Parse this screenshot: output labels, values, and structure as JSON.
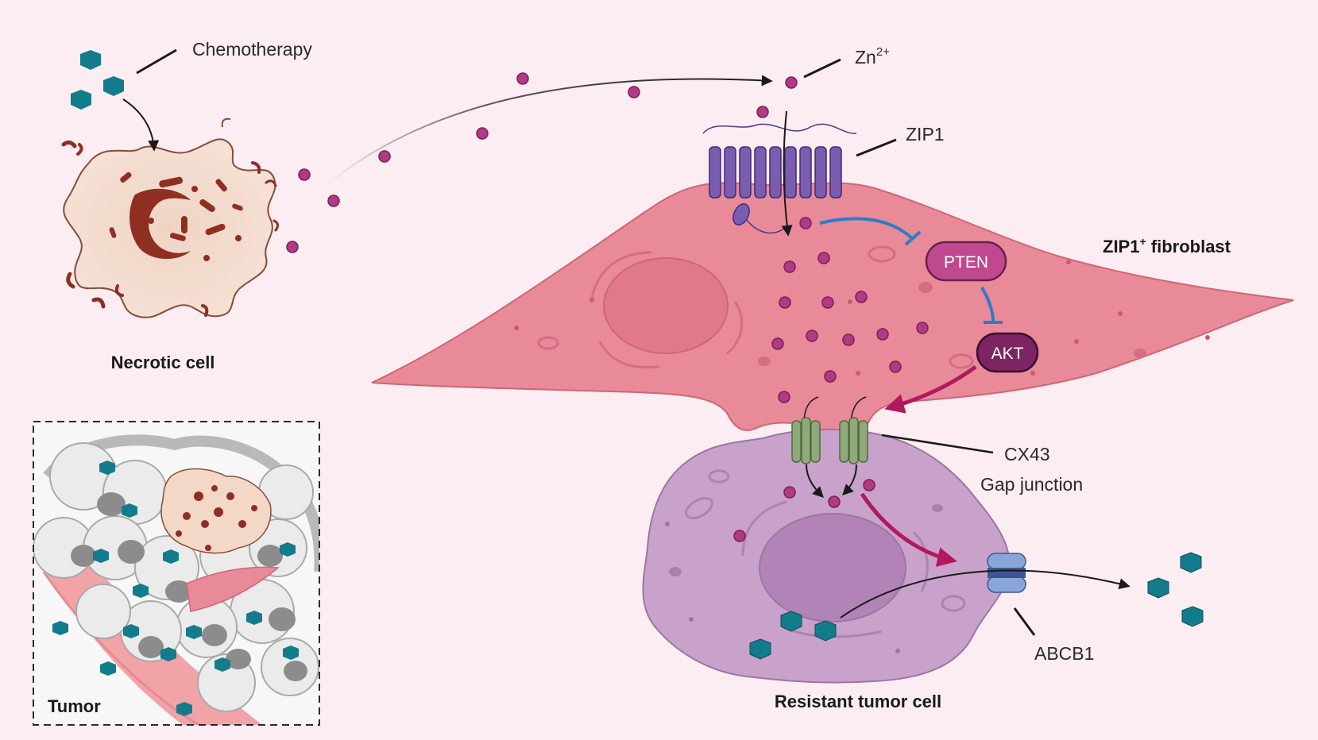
{
  "labels": {
    "chemotherapy": "Chemotherapy",
    "zn": "Zn",
    "zn_superscript": "2+",
    "zip1": "ZIP1",
    "zip1_fibroblast": "ZIP1",
    "zip1_fibroblast_sup": "+",
    "zip1_fibroblast_suffix": " fibroblast",
    "pten": "PTEN",
    "akt": "AKT",
    "cx43": "CX43",
    "gap_junction": "Gap junction",
    "abcb1": "ABCB1",
    "necrotic_cell": "Necrotic cell",
    "resistant_tumor_cell": "Resistant tumor cell",
    "tumor": "Tumor"
  },
  "colors": {
    "background": "#fbedf1",
    "zinc": "#b23a84",
    "drug": "#137c8c",
    "fibroblast": "#e98a99",
    "tumor_cell": "#c9a2cb",
    "zip1_channel": "#7a5db0",
    "pten": "#c0488f",
    "akt": "#7d2463",
    "inhibition": "#2e7dc2",
    "activation": "#b1195f",
    "cx43": "#8faa7a",
    "abcb1": "#8aa6d8"
  }
}
